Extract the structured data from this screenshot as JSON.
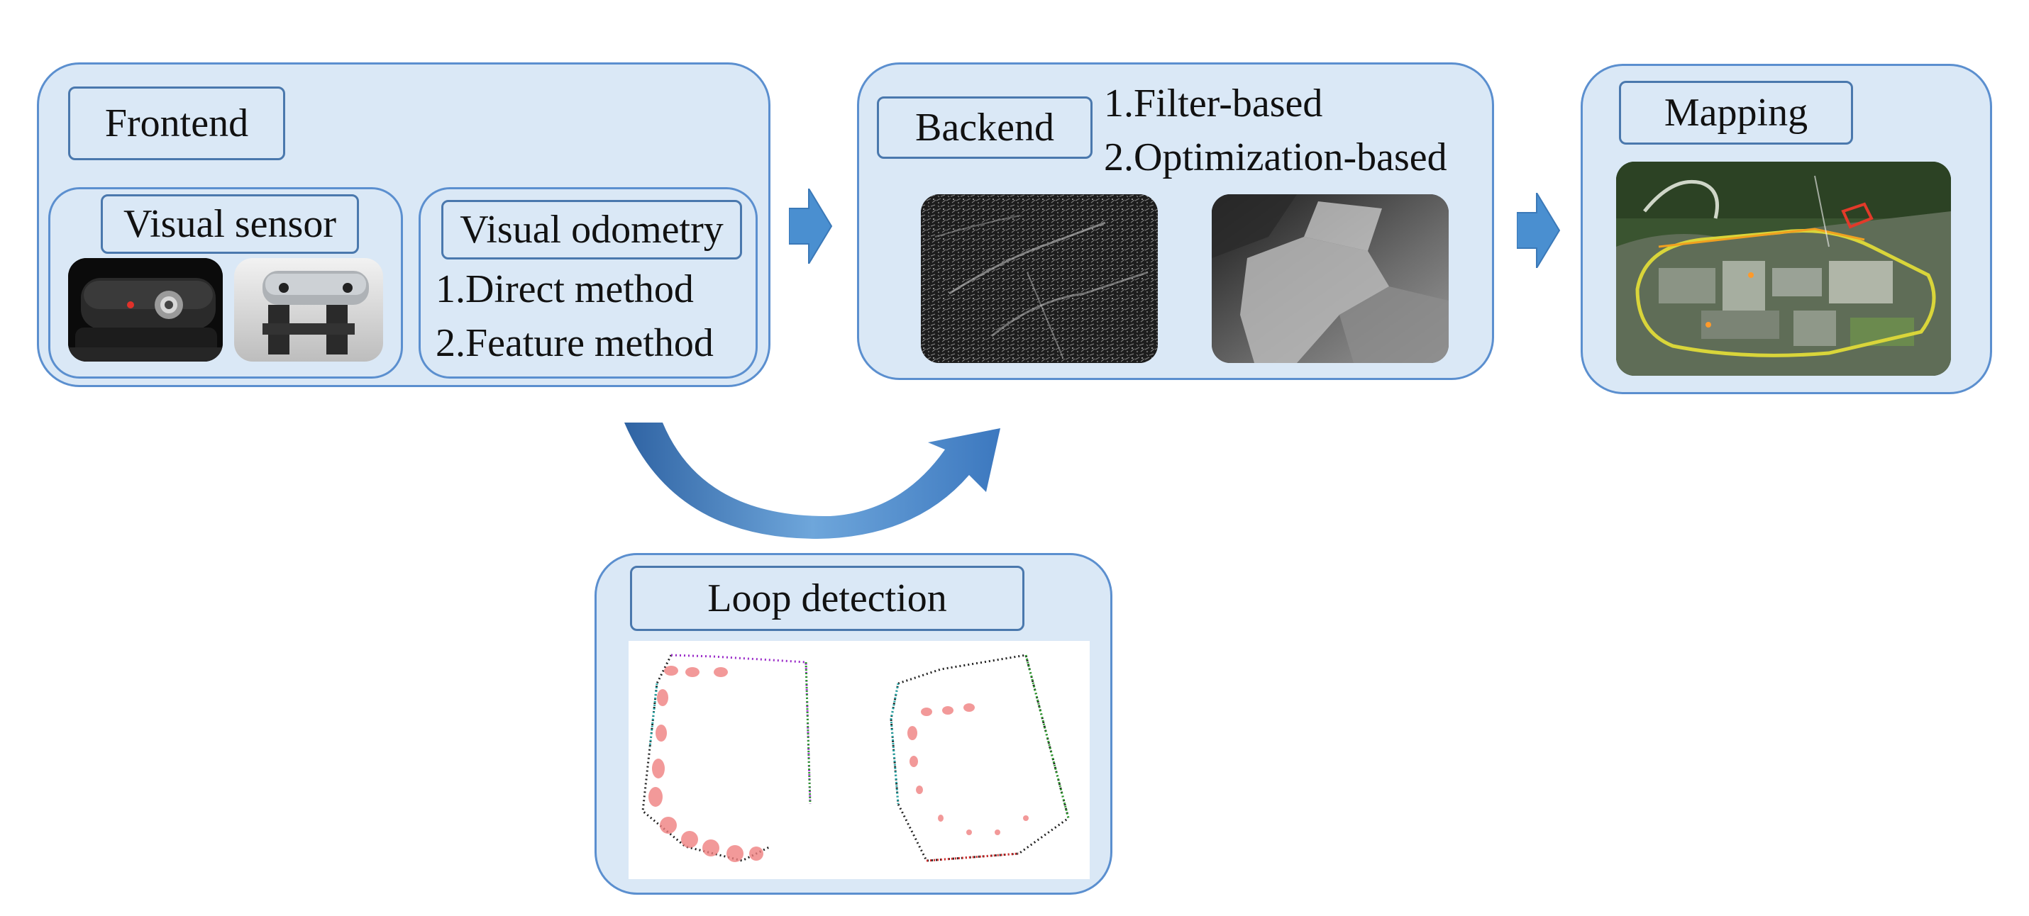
{
  "frontend": {
    "title": "Frontend",
    "visual_sensor": {
      "title": "Visual  sensor"
    },
    "visual_odometry": {
      "title": "Visual odometry",
      "items": [
        "1.Direct method",
        "2.Feature method"
      ]
    }
  },
  "backend": {
    "title": "Backend",
    "items": [
      "1.Filter-based",
      "2.Optimization-based"
    ]
  },
  "mapping": {
    "title": "Mapping"
  },
  "loop_detection": {
    "title": "Loop detection"
  },
  "colors": {
    "panel_fill": "#dae8f6",
    "panel_border": "#5b8fcf",
    "arrow": "#4a8fd0"
  }
}
